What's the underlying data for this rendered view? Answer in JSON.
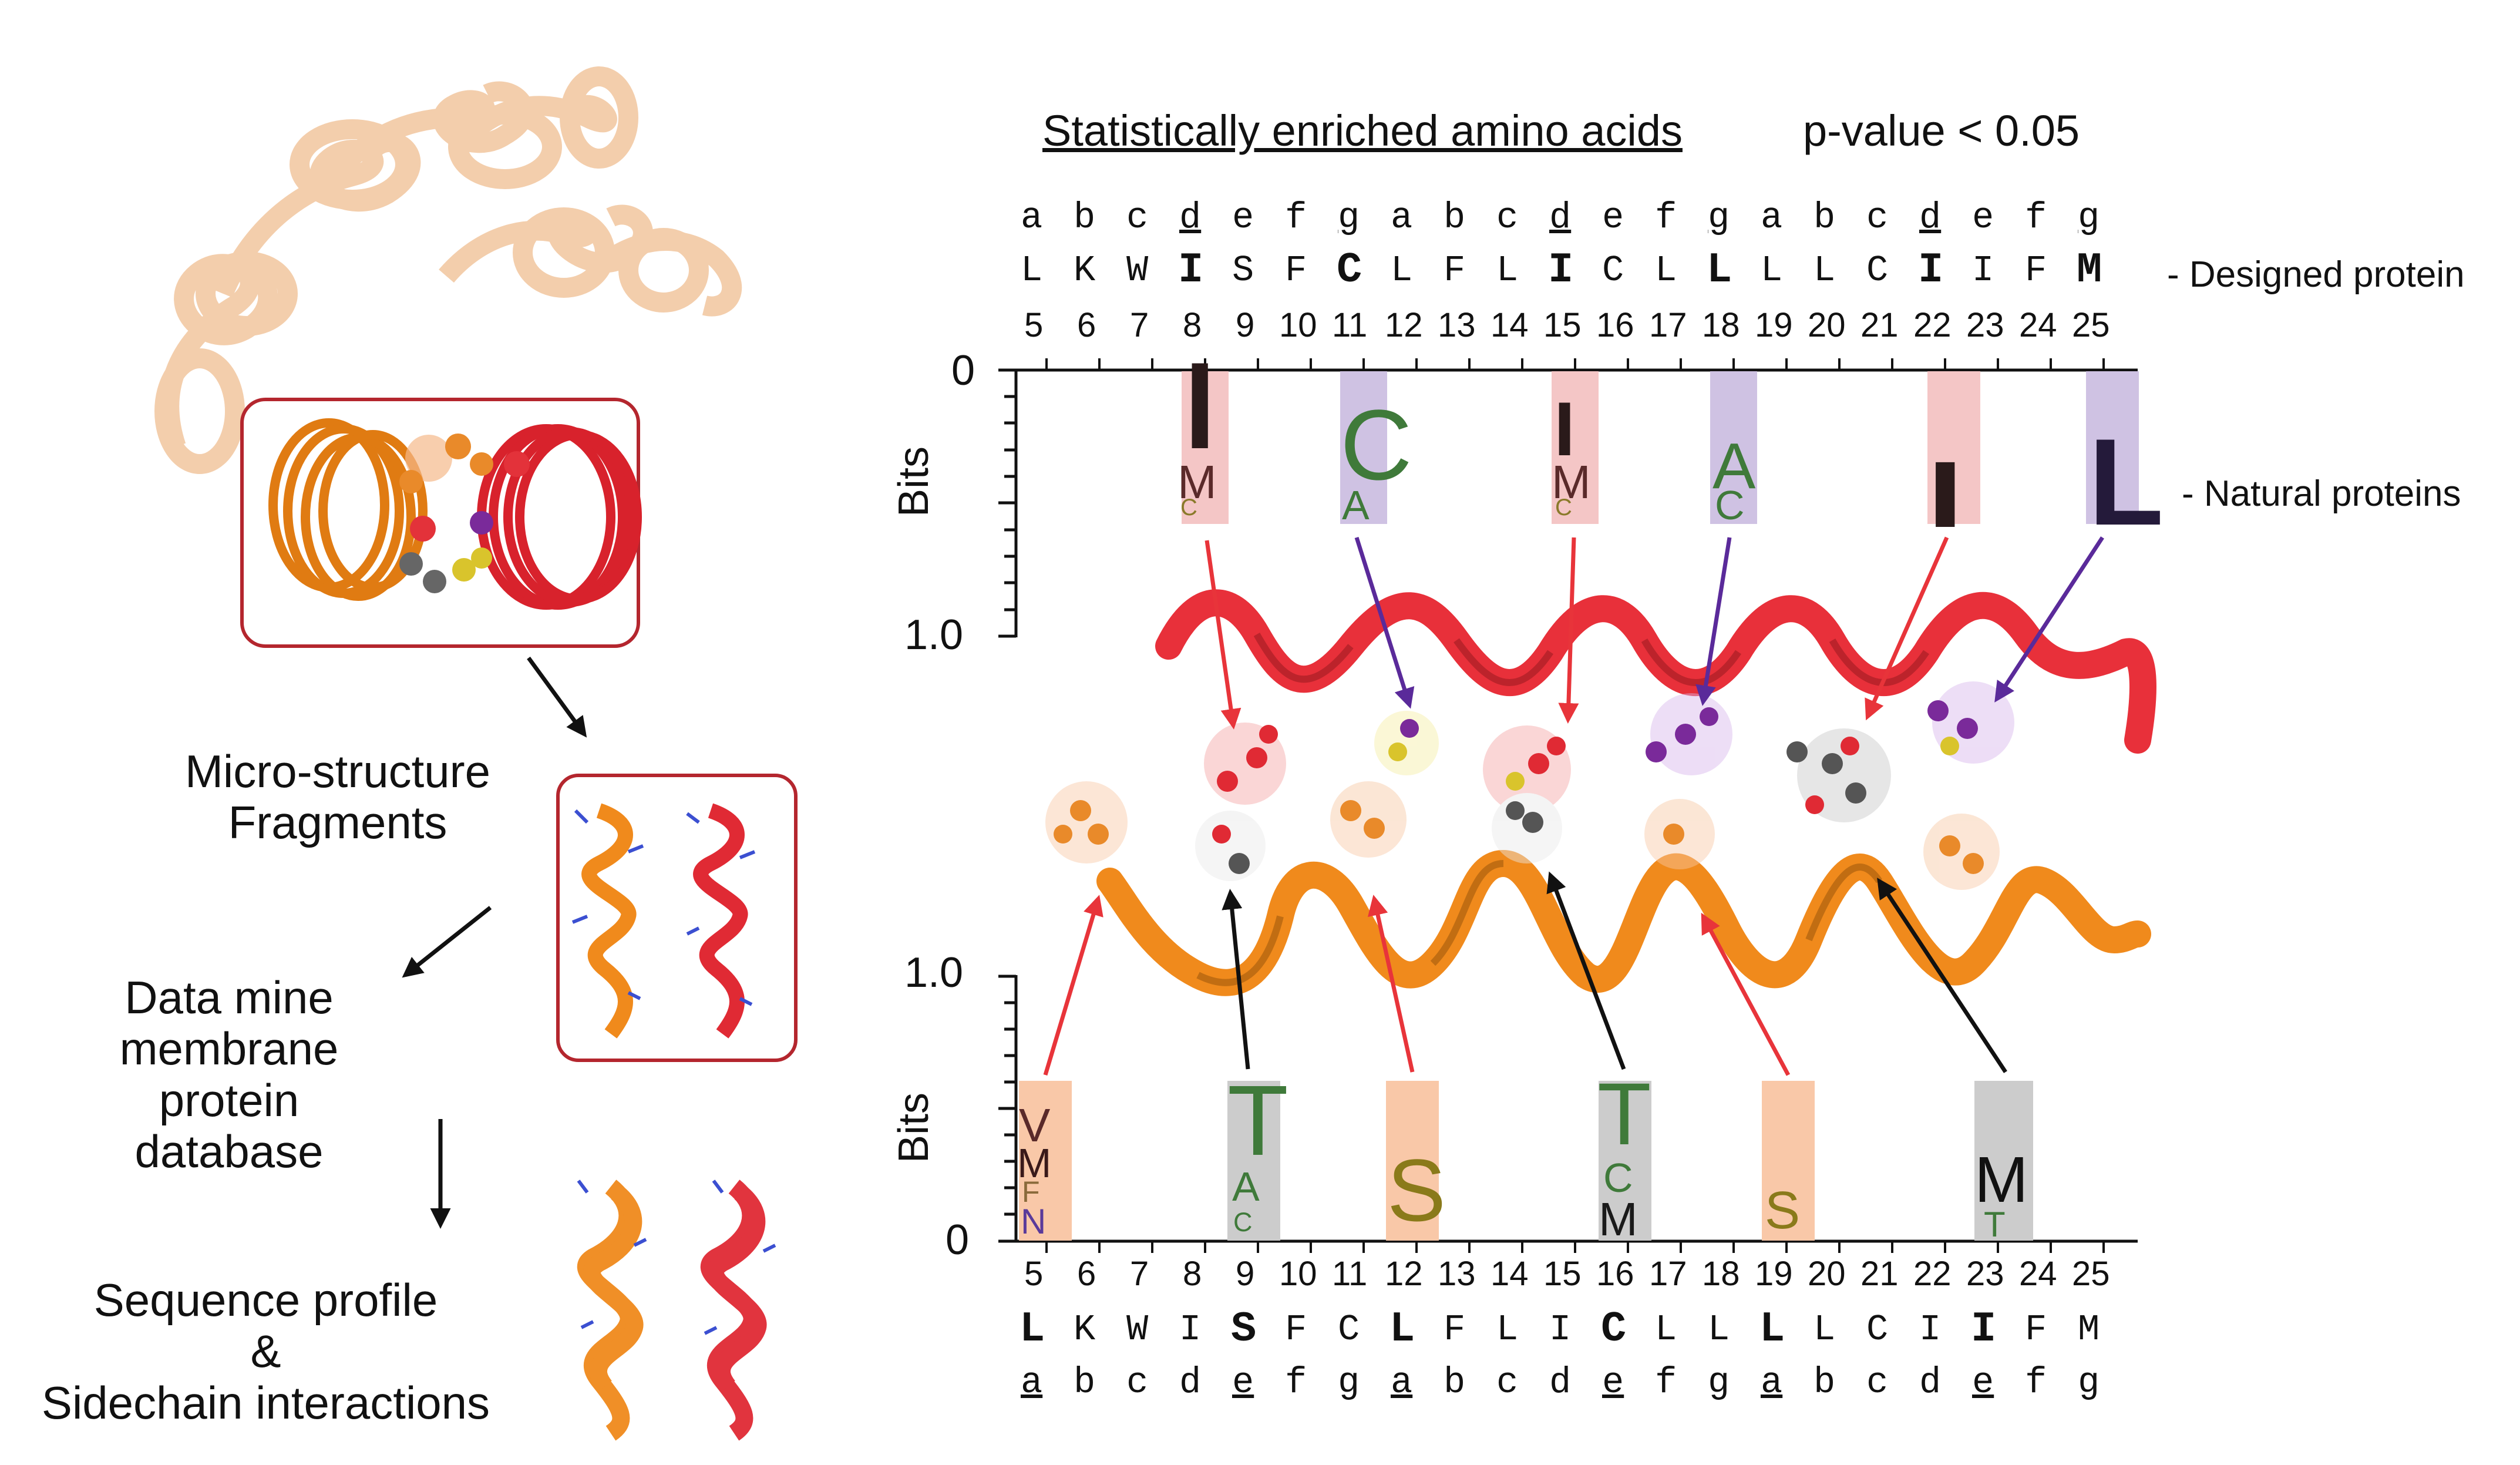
{
  "header": {
    "title": "Statistically enriched amino acids",
    "pvalue": "p-value < 0.05"
  },
  "top_sequence": {
    "heptad": [
      "a",
      "b",
      "c",
      "d",
      "e",
      "f",
      "g",
      "a",
      "b",
      "c",
      "d",
      "e",
      "f",
      "g",
      "a",
      "b",
      "c",
      "d",
      "e",
      "f",
      "g"
    ],
    "residues": [
      "L",
      "K",
      "W",
      "I",
      "S",
      "F",
      "C",
      "L",
      "F",
      "L",
      "I",
      "C",
      "L",
      "L",
      "L",
      "L",
      "C",
      "I",
      "I",
      "F",
      "M"
    ],
    "positions": [
      "5",
      "6",
      "7",
      "8",
      "9",
      "10",
      "11",
      "12",
      "13",
      "14",
      "15",
      "16",
      "17",
      "18",
      "19",
      "20",
      "21",
      "22",
      "23",
      "24",
      "25"
    ],
    "underlined_heptad": [
      3,
      6,
      10,
      13,
      17,
      20
    ],
    "bold_residues": [
      3,
      6,
      10,
      13,
      17,
      20
    ],
    "label": "-  Designed protein"
  },
  "bottom_sequence": {
    "positions": [
      "5",
      "6",
      "7",
      "8",
      "9",
      "10",
      "11",
      "12",
      "13",
      "14",
      "15",
      "16",
      "17",
      "18",
      "19",
      "20",
      "21",
      "22",
      "23",
      "24",
      "25"
    ],
    "residues": [
      "L",
      "K",
      "W",
      "I",
      "S",
      "F",
      "C",
      "L",
      "F",
      "L",
      "I",
      "C",
      "L",
      "L",
      "L",
      "L",
      "C",
      "I",
      "I",
      "F",
      "M"
    ],
    "heptad": [
      "a",
      "b",
      "c",
      "d",
      "e",
      "f",
      "g",
      "a",
      "b",
      "c",
      "d",
      "e",
      "f",
      "g",
      "a",
      "b",
      "c",
      "d",
      "e",
      "f",
      "g"
    ],
    "underlined_heptad": [
      0,
      4,
      7,
      11,
      14,
      18
    ],
    "bold_residues": [
      0,
      4,
      7,
      11,
      14,
      18
    ]
  },
  "top_logo": {
    "axis_label": "Bits",
    "tick_top": "0",
    "tick_bottom": "1.0",
    "side_label": "- Natural proteins"
  },
  "bottom_logo": {
    "axis_label": "Bits",
    "tick_top": "1.0",
    "tick_bottom": "0"
  },
  "flow": {
    "step1": "Micro-structure\nFragments",
    "step2": "Data mine\nmembrane protein\ndatabase",
    "step3": "Sequence profile\n&\nSidechain interactions"
  },
  "logo_letters_top": [
    {
      "col": 3,
      "letters": [
        "I",
        "M",
        "C"
      ]
    },
    {
      "col": 6,
      "letters": [
        "C",
        "A"
      ]
    },
    {
      "col": 10,
      "letters": [
        "I",
        "M",
        "C"
      ]
    },
    {
      "col": 13,
      "letters": [
        "A",
        "C"
      ]
    },
    {
      "col": 17,
      "letters": [
        "I"
      ]
    },
    {
      "col": 20,
      "letters": [
        "L"
      ]
    }
  ],
  "logo_letters_bottom": [
    {
      "col": 0,
      "letters": [
        "V",
        "M",
        "F",
        "N"
      ]
    },
    {
      "col": 4,
      "letters": [
        "T",
        "A",
        "C"
      ]
    },
    {
      "col": 7,
      "letters": [
        "S"
      ]
    },
    {
      "col": 11,
      "letters": [
        "T",
        "C",
        "M"
      ]
    },
    {
      "col": 14,
      "letters": [
        "S"
      ]
    },
    {
      "col": 18,
      "letters": [
        "M",
        "T"
      ]
    }
  ],
  "colors": {
    "red_helix": "#e8303a",
    "orange_helix": "#f08a1c",
    "pink_band": "#f4c6c6",
    "purple_band": "#cfc2e3",
    "orange_band": "#f9c8a8",
    "gray_band": "#cccccc",
    "arrow_red": "#e8343a",
    "arrow_purple": "#5a2a9a",
    "arrow_black": "#111111",
    "box_red": "#b4262e"
  }
}
